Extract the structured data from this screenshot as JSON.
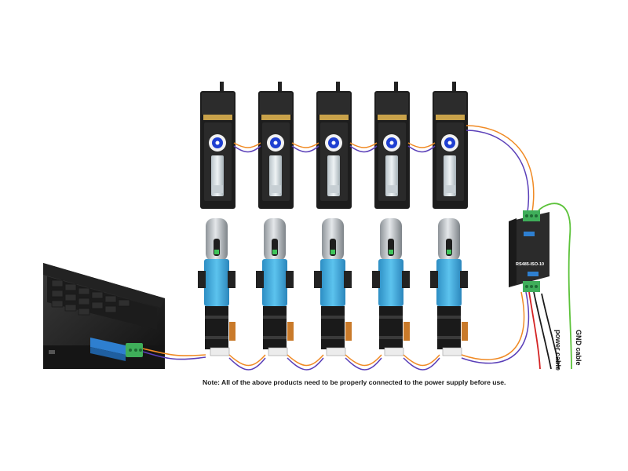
{
  "note": "Note: All of the above products need to be properly connected to the power supply before use.",
  "labels": {
    "power_cable": "power cable",
    "gnd_cable": "GND cable",
    "converter_model": "RS485-ISO-10"
  },
  "colors": {
    "wire_orange": "#f08a24",
    "wire_purple": "#5a3fb8",
    "wire_red": "#d42323",
    "wire_black": "#1b1b1b",
    "wire_green": "#5cc23a",
    "terminal_green": "#3fae5a",
    "pump_blue": "#3da8dc"
  },
  "devices": {
    "syringe_pump_count": 5,
    "stepper_pump_count": 5
  }
}
